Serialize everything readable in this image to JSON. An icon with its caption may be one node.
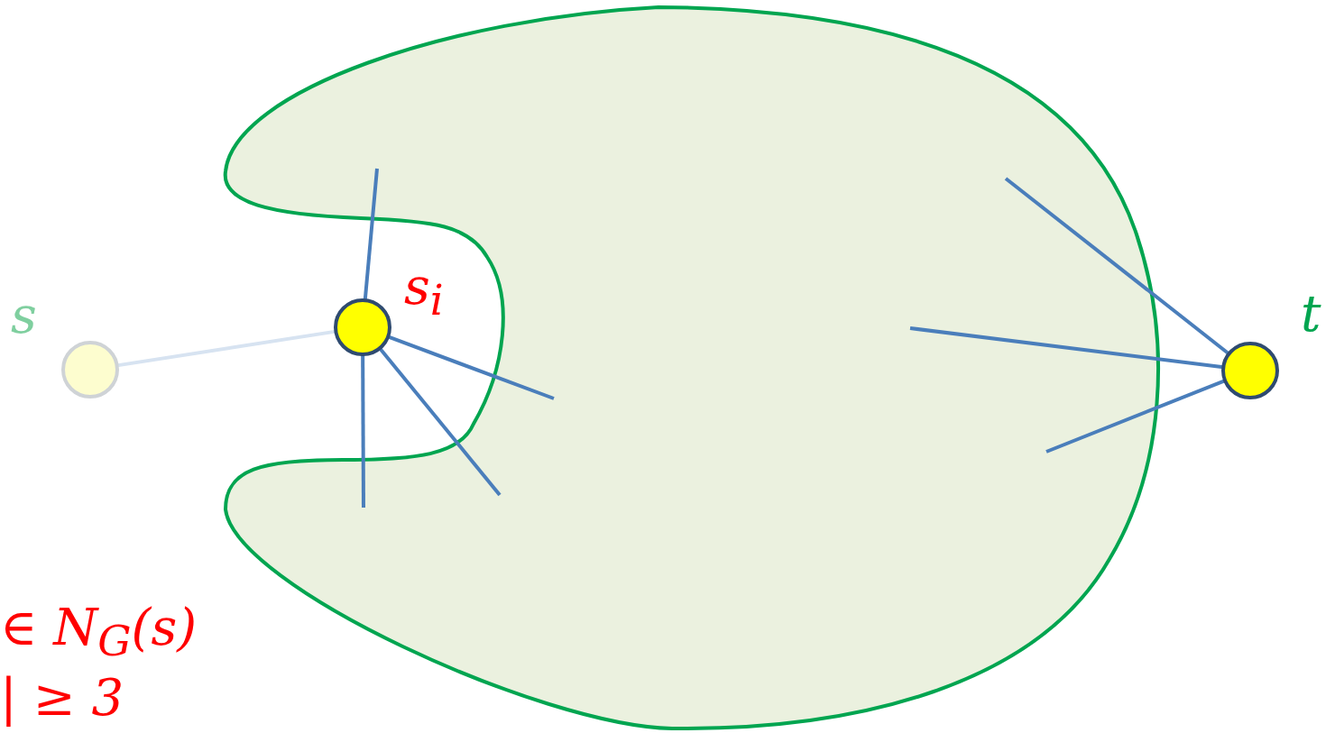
{
  "diagram": {
    "nodes": [
      {
        "text": [],
        "shape": "cloud"
      },
      {
        "text": [
          "s"
        ]
      },
      {
        "text": [
          "s$_{i}$"
        ]
      },
      {
        "text": [
          "t"
        ]
      }
    ],
    "edges": [
      {
        "from": 1,
        "to": 2,
        "arrow": "none",
        "color": "#d7e3f1"
      },
      {
        "from": 2,
        "to": 0,
        "arrow": "none"
      },
      {
        "from": 2,
        "to": 0,
        "arrow": "none"
      },
      {
        "from": 2,
        "to": 0,
        "arrow": "none"
      },
      {
        "from": 2,
        "to": 0,
        "arrow": "none"
      },
      {
        "from": 0,
        "to": 3,
        "arrow": "none"
      },
      {
        "from": 0,
        "to": 3,
        "arrow": "none"
      },
      {
        "from": 0,
        "to": 3,
        "arrow": "none"
      }
    ],
    "labels": [
      "∈ N$_{G}$(s)",
      "| ≥ 3"
    ]
  }
}
